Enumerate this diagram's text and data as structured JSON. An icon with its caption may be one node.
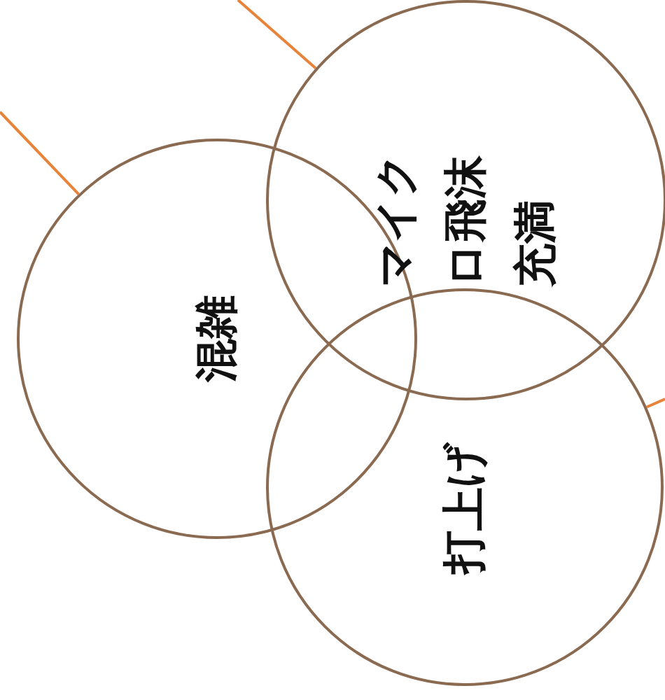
{
  "diagram": {
    "nodes": [
      {
        "text": [
          "混雑"
        ]
      },
      {
        "text": [
          "マイクロ飛沫充満"
        ]
      },
      {
        "text": [
          "打上げ"
        ]
      }
    ],
    "edges": [
      {
        "from": null,
        "to": 0,
        "arrow": "none",
        "color": "#e8833a"
      },
      {
        "from": null,
        "to": 1,
        "arrow": "none",
        "color": "#e8833a"
      },
      {
        "from": null,
        "to": 2,
        "arrow": "none",
        "color": "#e8833a"
      }
    ]
  }
}
